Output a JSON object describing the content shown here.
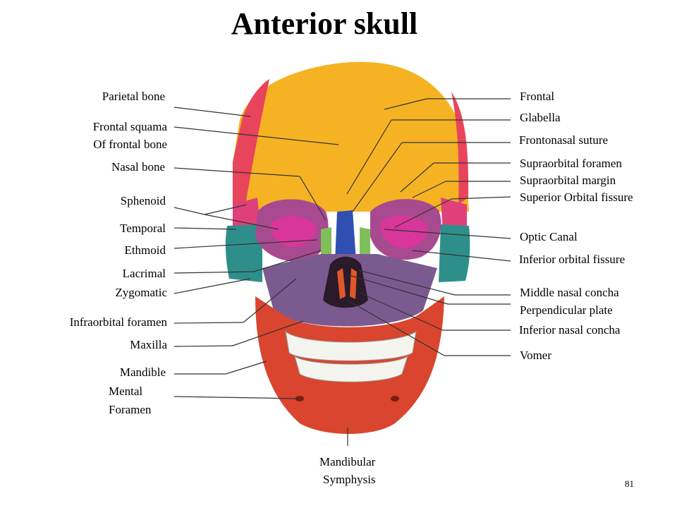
{
  "title": "Anterior skull",
  "page_number": "81",
  "labels_left": [
    "Parietal bone",
    "Frontal squama",
    "Of frontal bone",
    "Nasal bone",
    "Sphenoid",
    "Temporal",
    "Ethmoid",
    "Lacrimal",
    "Zygomatic",
    "Infraorbital foramen",
    "Maxilla",
    "Mandible",
    "Mental",
    "Foramen"
  ],
  "labels_right": [
    "Frontal",
    "Glabella",
    "Frontonasal suture",
    "Supraorbital foramen",
    "Supraorbital margin",
    "Superior Orbital fissure",
    "Optic Canal",
    "Inferior orbital fissure",
    "Middle nasal concha",
    "Perpendicular plate",
    "Inferior nasal concha",
    "Vomer"
  ],
  "labels_bottom": [
    "Mandibular",
    "Symphysis"
  ],
  "bone_colors": {
    "frontal": "#f5b323",
    "parietal": "#e8445c",
    "sphenoid": "#e0407a",
    "temporal": "#2e8f8a",
    "zygomatic": "#3a9b9a",
    "maxilla": "#7b5a90",
    "mandible": "#d9452e",
    "nasal": "#2f4fb3",
    "ethmoid": "#c93a8c",
    "teeth": "#f4f4ee"
  }
}
